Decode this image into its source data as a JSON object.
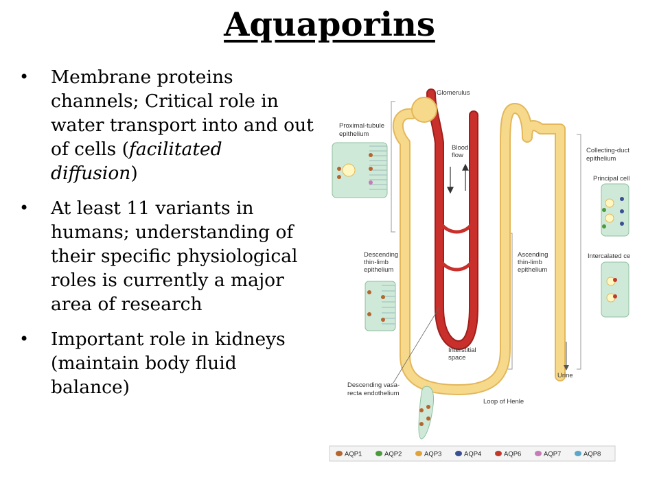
{
  "title": "Aquaporins",
  "bullets": [
    {
      "pre": "Membrane proteins channels; Critical role in water transport into and out of cells (",
      "em": "facilitated diffusion",
      "post": ")"
    },
    {
      "pre": "At least 11 variants in humans; understanding of their specific physiological roles is currently a major area of research",
      "em": "",
      "post": ""
    },
    {
      "pre": "Important role in kidneys (maintain body fluid balance)",
      "em": "",
      "post": ""
    }
  ],
  "diagram": {
    "labels": {
      "glomerulus": "Glomerulus",
      "proximal_1": "Proximal-tubule",
      "proximal_2": "epithelium",
      "blood_1": "Blood",
      "blood_2": "flow",
      "collecting_1": "Collecting-duct",
      "collecting_2": "epithelium",
      "principal": "Principal cell",
      "intercalated": "Intercalated cell",
      "desc_thin_1": "Descending",
      "desc_thin_2": "thin-limb",
      "desc_thin_3": "epithelium",
      "asc_thin_1": "Ascending",
      "asc_thin_2": "thin-limb",
      "asc_thin_3": "epithelium",
      "interstitial_1": "Interstitial",
      "interstitial_2": "space",
      "urine": "Urine",
      "loop": "Loop of Henle",
      "vasa_1": "Descending vasa-",
      "vasa_2": "recta endothelium"
    },
    "legend": [
      {
        "name": "AQP1",
        "color": "#b5652e"
      },
      {
        "name": "AQP2",
        "color": "#4b9a3c"
      },
      {
        "name": "AQP3",
        "color": "#e0a23a"
      },
      {
        "name": "AQP4",
        "color": "#3b4f93"
      },
      {
        "name": "AQP6",
        "color": "#c0392b"
      },
      {
        "name": "AQP7",
        "color": "#c77ab8"
      },
      {
        "name": "AQP8",
        "color": "#5aa7c9"
      }
    ],
    "colors": {
      "tubule": "#f7d98b",
      "tubule_edge": "#e3b75a",
      "vessel": "#c9302c",
      "vessel_edge": "#9e1f1c",
      "cell": "#cfe9d8",
      "cell_edge": "#8fbf9f"
    }
  }
}
